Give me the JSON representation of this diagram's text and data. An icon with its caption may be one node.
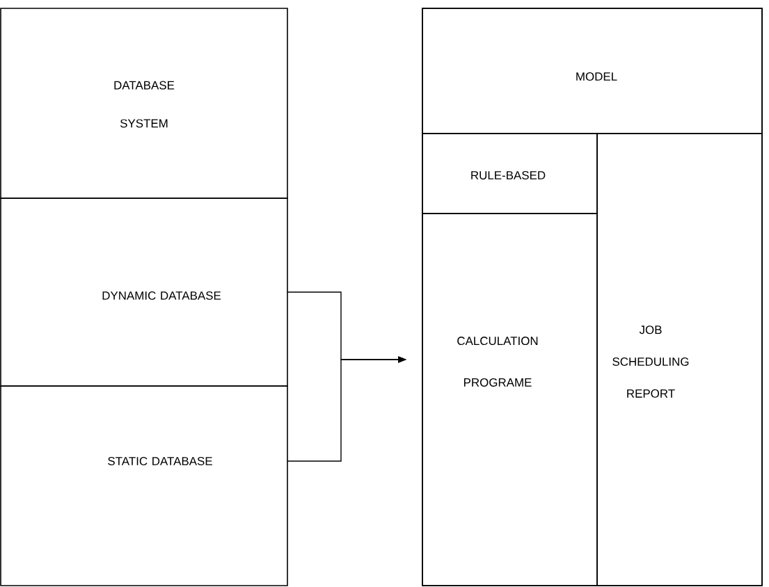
{
  "diagram": {
    "nodes": [
      {
        "text": [
          "DATABASE SYSTEM"
        ]
      },
      {
        "text": [
          "DYNAMIC DATABASE"
        ]
      },
      {
        "text": [
          "STATIC DATABASE"
        ]
      },
      {
        "text": [],
        "shape": "box"
      },
      {
        "text": [
          "MODEL"
        ],
        "in": 3
      },
      {
        "text": [
          "RULE-BASED"
        ],
        "in": 3
      },
      {
        "text": [
          "CALCULATION PROGRAME"
        ],
        "in": 3
      },
      {
        "text": [
          "JOB SCHEDULING REPORT"
        ],
        "in": 3
      }
    ],
    "edges": [
      {
        "from": 1,
        "to": 3,
        "arrow": "to"
      },
      {
        "from": 2,
        "to": 3,
        "arrow": "to"
      }
    ]
  }
}
